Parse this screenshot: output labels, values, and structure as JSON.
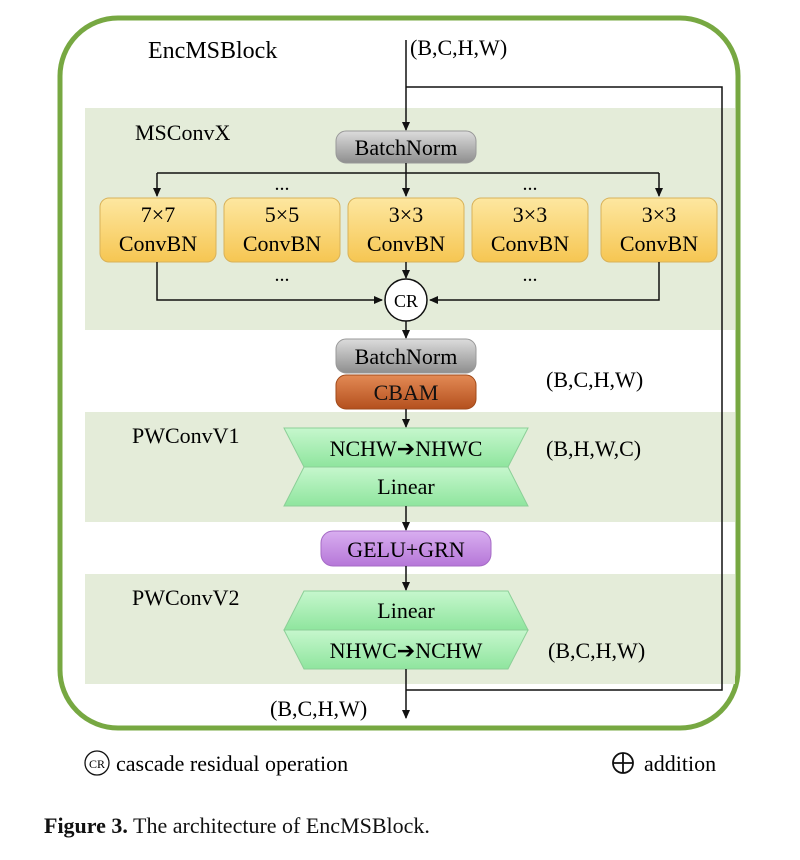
{
  "block_title": "EncMSBlock",
  "input_shape": "(B,C,H,W)",
  "output_shape": "(B,C,H,W)",
  "msconvx": {
    "label": "MSConvX",
    "batchnorm": "BatchNorm",
    "convs": [
      {
        "kernel": "7×7",
        "name": "ConvBN"
      },
      {
        "kernel": "5×5",
        "name": "ConvBN"
      },
      {
        "kernel": "3×3",
        "name": "ConvBN"
      },
      {
        "kernel": "3×3",
        "name": "ConvBN"
      },
      {
        "kernel": "3×3",
        "name": "ConvBN"
      }
    ],
    "ellipsis": "...",
    "cr": "CR"
  },
  "mid": {
    "batchnorm": "BatchNorm",
    "cbam": "CBAM",
    "shape": "(B,C,H,W)"
  },
  "pwconvv1": {
    "label": "PWConvV1",
    "permute": "NCHW➔NHWC",
    "linear": "Linear",
    "shape": "(B,H,W,C)"
  },
  "act": "GELU+GRN",
  "pwconvv2": {
    "label": "PWConvV2",
    "linear": "Linear",
    "permute": "NHWC➔NCHW",
    "shape": "(B,C,H,W)"
  },
  "legend": {
    "cr_symbol": "CR",
    "cr_text": "cascade residual operation",
    "add_text": "addition"
  },
  "caption": {
    "label": "Figure 3.",
    "text": " The architecture of EncMSBlock."
  },
  "colors": {
    "frame": "#77a842",
    "section": "#e4ecd9",
    "conv_fill": "#fbd56f",
    "cbam": "#c9602b",
    "green_box": "#a8efb4",
    "purple": "#c58be2",
    "batchnorm": "#b8b8b8"
  }
}
